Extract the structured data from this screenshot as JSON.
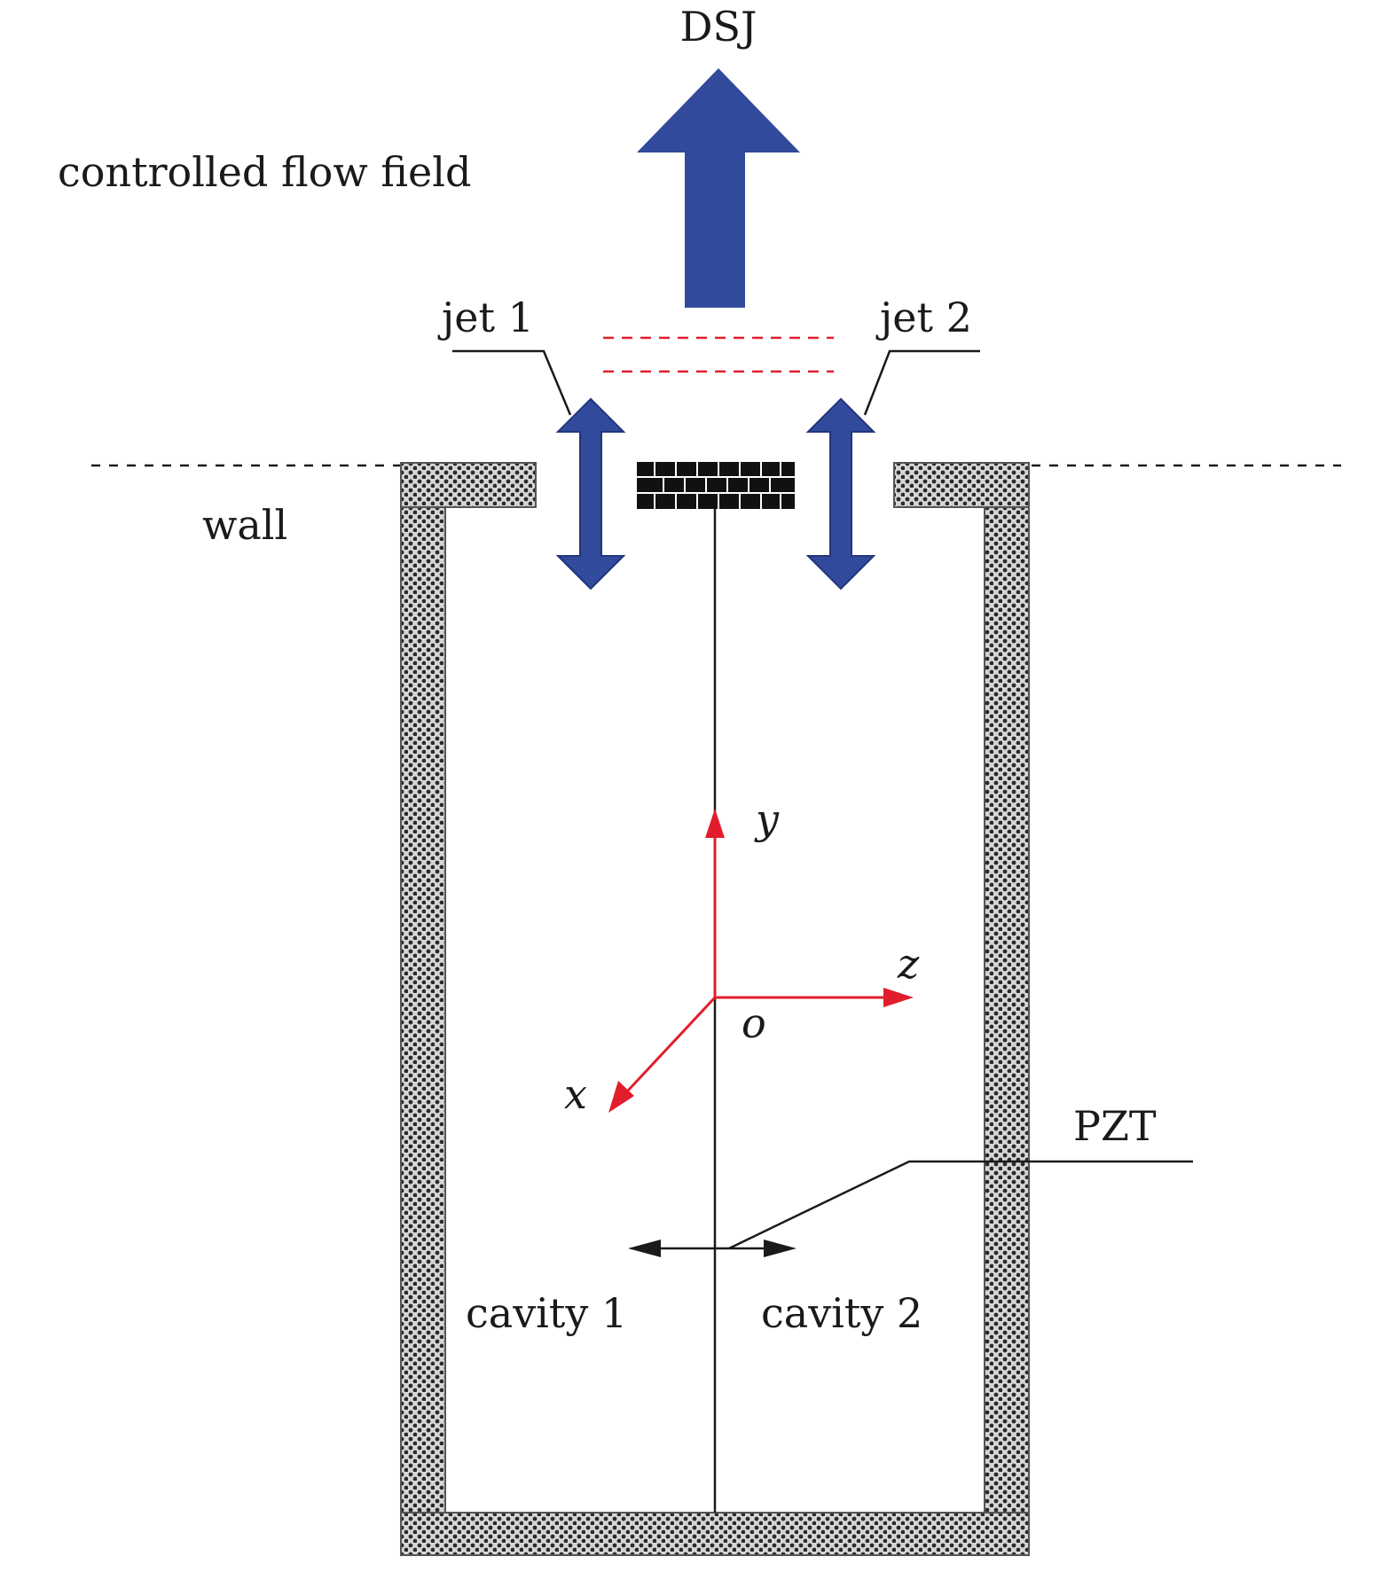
{
  "labels": {
    "top_arrow": "DSJ",
    "flow_field": "controlled flow field",
    "jet_left": "jet 1",
    "jet_right": "jet 2",
    "wall": "wall",
    "pzt": "PZT",
    "cavity_left": "cavity 1",
    "cavity_right": "cavity 2"
  },
  "axes": {
    "y": "y",
    "z": "z",
    "x": "x",
    "origin": "o"
  },
  "colors": {
    "jet_arrow": "#324a9c",
    "axis": "#e21d2b",
    "dashed_red": "#e21d2b",
    "ink": "#1a1a1a",
    "wall_fill": "#d9d9d9"
  }
}
